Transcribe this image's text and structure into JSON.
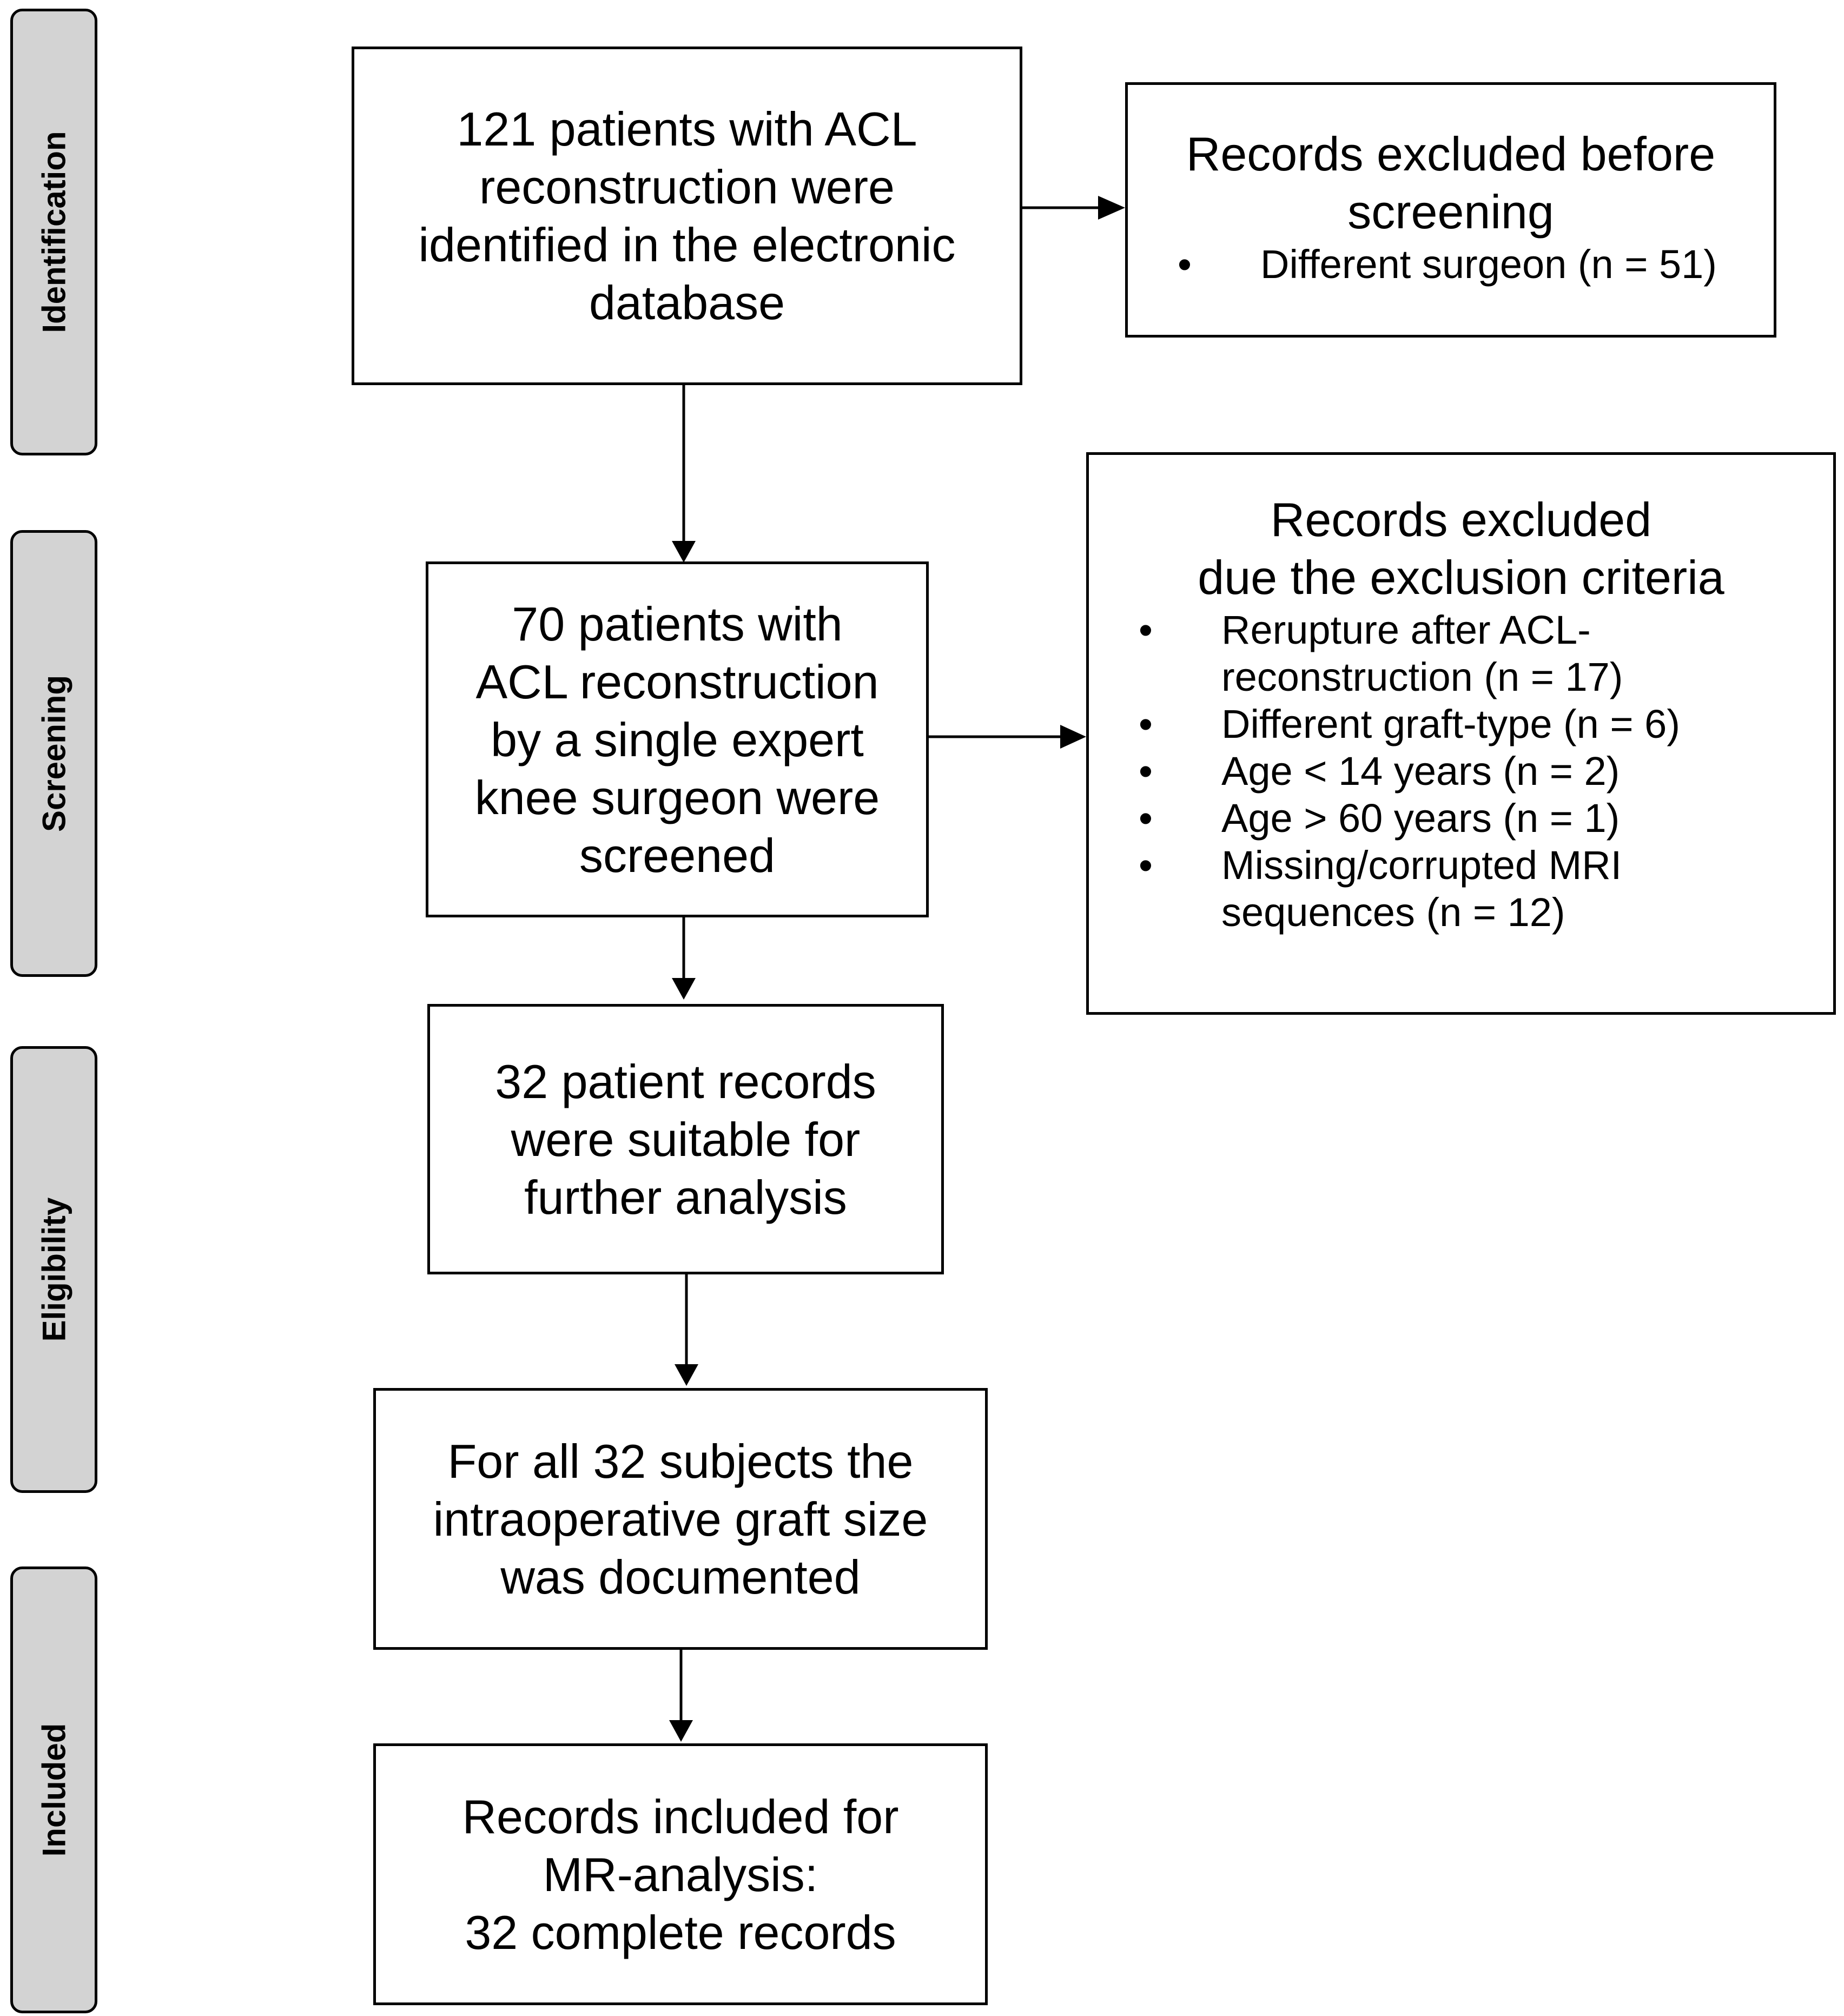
{
  "stages": [
    {
      "label": "Identification"
    },
    {
      "label": "Screening"
    },
    {
      "label": "Eligibility"
    },
    {
      "label": "Included"
    }
  ],
  "flow_boxes": {
    "identified": {
      "lines": [
        "121 patients with ACL",
        "reconstruction were",
        "identified in the electronic",
        "database"
      ]
    },
    "screened": {
      "lines": [
        "70 patients with",
        "ACL reconstruction",
        "by a single expert",
        "knee surgeon were",
        "screened"
      ]
    },
    "eligible": {
      "lines": [
        "32 patient records",
        "were suitable for",
        "further analysis"
      ]
    },
    "documented": {
      "lines": [
        "For all 32 subjects the",
        "intraoperative graft size",
        "was documented"
      ]
    },
    "included": {
      "lines": [
        "Records included for",
        "MR-analysis:",
        "32 complete records"
      ]
    }
  },
  "exclusion_boxes": {
    "before_screening": {
      "title_lines": [
        "Records excluded before",
        "screening"
      ],
      "bullet": "•",
      "items": [
        {
          "lines": [
            "Different surgeon (n = 51)"
          ]
        }
      ]
    },
    "criteria": {
      "title_lines": [
        "Records excluded",
        "due the exclusion criteria"
      ],
      "bullet": "•",
      "items": [
        {
          "lines": [
            "Rerupture after ACL-",
            "reconstruction (n = 17)"
          ]
        },
        {
          "lines": [
            "Different graft-type (n = 6)"
          ]
        },
        {
          "lines": [
            "Age < 14 years (n = 2)"
          ]
        },
        {
          "lines": [
            "Age > 60 years (n = 1)"
          ]
        },
        {
          "lines": [
            "Missing/corrupted MRI",
            "sequences (n = 12)"
          ]
        }
      ]
    }
  }
}
